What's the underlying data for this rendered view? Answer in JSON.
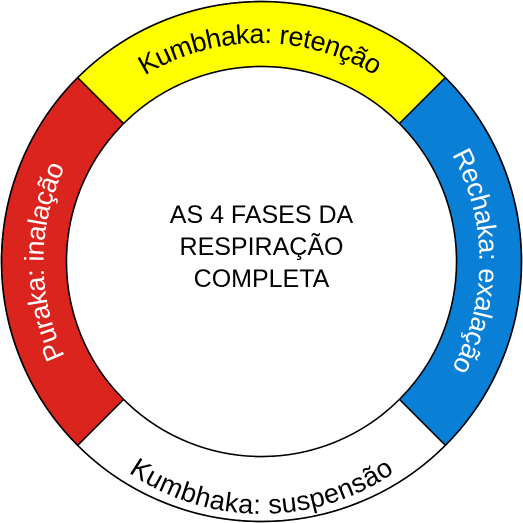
{
  "center": {
    "lines": [
      "AS 4 FASES DA",
      "RESPIRAÇÃO",
      "COMPLETA"
    ]
  },
  "segments": {
    "top": {
      "label": "Kumbhaka: retenção",
      "color": "#ffff00",
      "text_color": "#000000"
    },
    "right": {
      "label": "Rechaka: exalação",
      "color": "#0a7fd6",
      "text_color": "#ffffff"
    },
    "bottom": {
      "label": "Kumbhaka: suspensão",
      "color": "#ffffff",
      "text_color": "#000000"
    },
    "left": {
      "label": "Puraka: inalação",
      "color": "#dc241f",
      "text_color": "#ffffff"
    }
  }
}
